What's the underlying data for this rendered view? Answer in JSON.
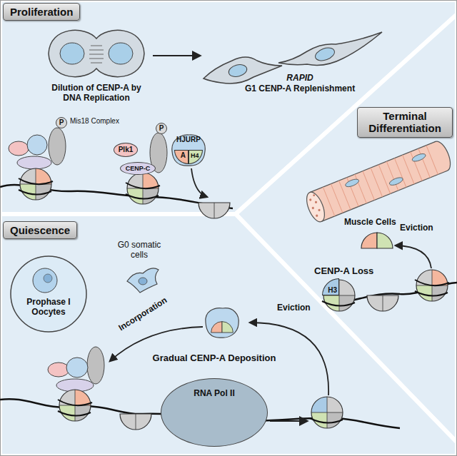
{
  "diagram": {
    "nodes": [
      {
        "text": [
          "Proliferation"
        ]
      },
      {
        "text": [
          "Terminal Differentiation"
        ]
      },
      {
        "text": [
          "Quiescence"
        ]
      },
      {
        "text": [
          "P"
        ]
      },
      {
        "text": [
          "Plk1"
        ]
      },
      {
        "text": [
          "CENP-C"
        ]
      },
      {
        "text": [
          "P"
        ]
      },
      {
        "text": [
          "HJURP"
        ]
      },
      {
        "text": [
          "A"
        ],
        "in": 7
      },
      {
        "text": [
          "H4"
        ],
        "in": 7
      },
      {
        "text": [
          "H3"
        ]
      },
      {
        "text": [
          "Prophase I Oocytes"
        ]
      },
      {
        "text": [
          "RNA Pol II"
        ]
      }
    ],
    "labels": [
      "Dilution of CENP-A by DNA Replication",
      "RAPID",
      "G1 CENP-A Replenishment",
      "Mis18 Complex",
      "Muscle Cells",
      "CENP-A Loss",
      "Eviction",
      "G0 somatic cells",
      "Incorporation",
      "Eviction",
      "Gradual CENP-A Deposition"
    ]
  }
}
